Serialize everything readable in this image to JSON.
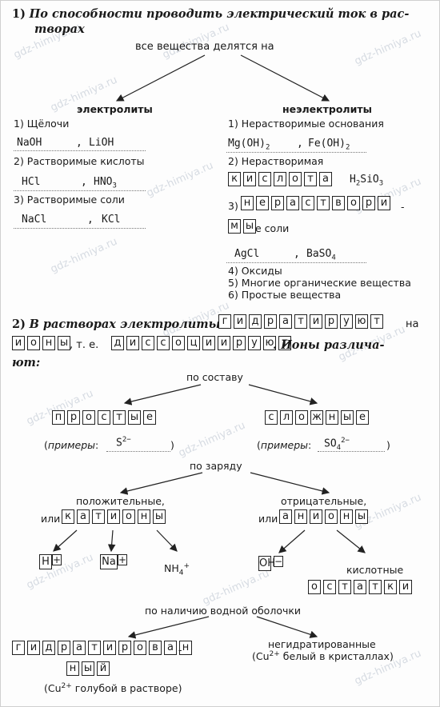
{
  "watermark": "gdz-himiya.ru",
  "part1": {
    "number": "1)",
    "question_line1": "По способности проводить электрический ток в рас-",
    "question_line2": "творах",
    "root": "все вещества делятся на",
    "electrolytes": {
      "header": "электролиты",
      "item1": "1) Щёлочи",
      "item1_answer_a": "NaOH",
      "item1_answer_b": "LiOH",
      "item2": "2) Растворимые кислоты",
      "item2_answer_a": "HCl",
      "item2_answer_b_main": "HNO",
      "item2_answer_b_sub": "3",
      "item3": "3) Растворимые соли",
      "item3_answer_a": "NaCl",
      "item3_answer_b": "KCl"
    },
    "nonelectrolytes": {
      "header": "неэлектролиты",
      "item1": "1) Нерастворимые основания",
      "item1_answer_a_main": "Mg(OH)",
      "item1_answer_a_sub": "2",
      "item1_answer_b_main": "Fe(OH)",
      "item1_answer_b_sub": "2",
      "item2": "2) Нерастворимая",
      "item2_boxes": [
        "к",
        "и",
        "с",
        "л",
        "о",
        "т",
        "а"
      ],
      "item2_answer_main": "H",
      "item2_answer_sub1": "2",
      "item2_answer_mid": "SiO",
      "item2_answer_sub2": "3",
      "item3_num": "3)",
      "item3_boxes_line1": [
        "н",
        "е",
        "р",
        "а",
        "с",
        "т",
        "в",
        "о",
        "р",
        "и"
      ],
      "item3_boxes_line2": [
        "м",
        "ы"
      ],
      "item3_hyphen": "-",
      "item3_tail": "е соли",
      "item3_answer_a": "AgCl",
      "item3_answer_b_main": "BaSO",
      "item3_answer_b_sub": "4",
      "item4": "4) Оксиды",
      "item5": "5) Многие органические вещества",
      "item6": "6) Простые вещества"
    },
    "comma": ","
  },
  "part2": {
    "number": "2)",
    "line1_text": "В растворах электролиты",
    "line1_boxes": [
      "г",
      "и",
      "д",
      "р",
      "а",
      "т",
      "и",
      "р",
      "у",
      "ю",
      "т"
    ],
    "line1_tail": "на",
    "line2_boxes_a": [
      "и",
      "о",
      "н",
      "ы"
    ],
    "line2_mid": ", т. е.",
    "line2_boxes_b": [
      "д",
      "и",
      "с",
      "с",
      "о",
      "ц",
      "и",
      "и",
      "р",
      "у",
      "ю",
      "т"
    ],
    "line2_tail": ". Ионы различа-",
    "line3": "ют:",
    "by_composition": "по составу",
    "simple_boxes": [
      "п",
      "р",
      "о",
      "с",
      "т",
      "ы",
      "е"
    ],
    "complex_boxes": [
      "с",
      "л",
      "о",
      "ж",
      "н",
      "ы",
      "е"
    ],
    "examples_label": "примеры",
    "simple_example_main": "S",
    "simple_example_sup": "2−",
    "complex_example_main": "SO",
    "complex_example_sub": "4",
    "complex_example_sup": "2−",
    "by_charge": "по заряду",
    "positive_label": "положительные,",
    "or_word": "или",
    "cation_boxes": [
      "к",
      "а",
      "т",
      "и",
      "о",
      "н",
      "ы"
    ],
    "negative_label": "отрицательные,",
    "anion_boxes": [
      "а",
      "н",
      "и",
      "о",
      "н",
      "ы"
    ],
    "h_plus_main": "H",
    "h_plus_sup": "+",
    "na_plus_main": "Na",
    "na_plus_sup": "+",
    "nh4_main": "NH",
    "nh4_sub": "4",
    "nh4_sup": "+",
    "oh_main": "OH",
    "oh_sup": "−",
    "acid_label": "кислотные",
    "residue_boxes": [
      "о",
      "с",
      "т",
      "а",
      "т",
      "к",
      "и"
    ],
    "by_shell": "по наличию водной оболочки",
    "hydrated_boxes_line1": [
      "г",
      "и",
      "д",
      "р",
      "а",
      "т",
      "и",
      "р",
      "о",
      "в",
      "а",
      "н"
    ],
    "hydrated_hyphen": "-",
    "hydrated_boxes_line2": [
      "н",
      "ы",
      "й"
    ],
    "hydrated_note_open": "(Cu",
    "hydrated_note_sup": "2+",
    "hydrated_note_close": " голубой в растворе)",
    "nonhydrated_label": "негидратированные",
    "nonhydrated_note_open": "(Cu",
    "nonhydrated_note_sup": "2+",
    "nonhydrated_note_close": " белый в кристаллах)"
  }
}
